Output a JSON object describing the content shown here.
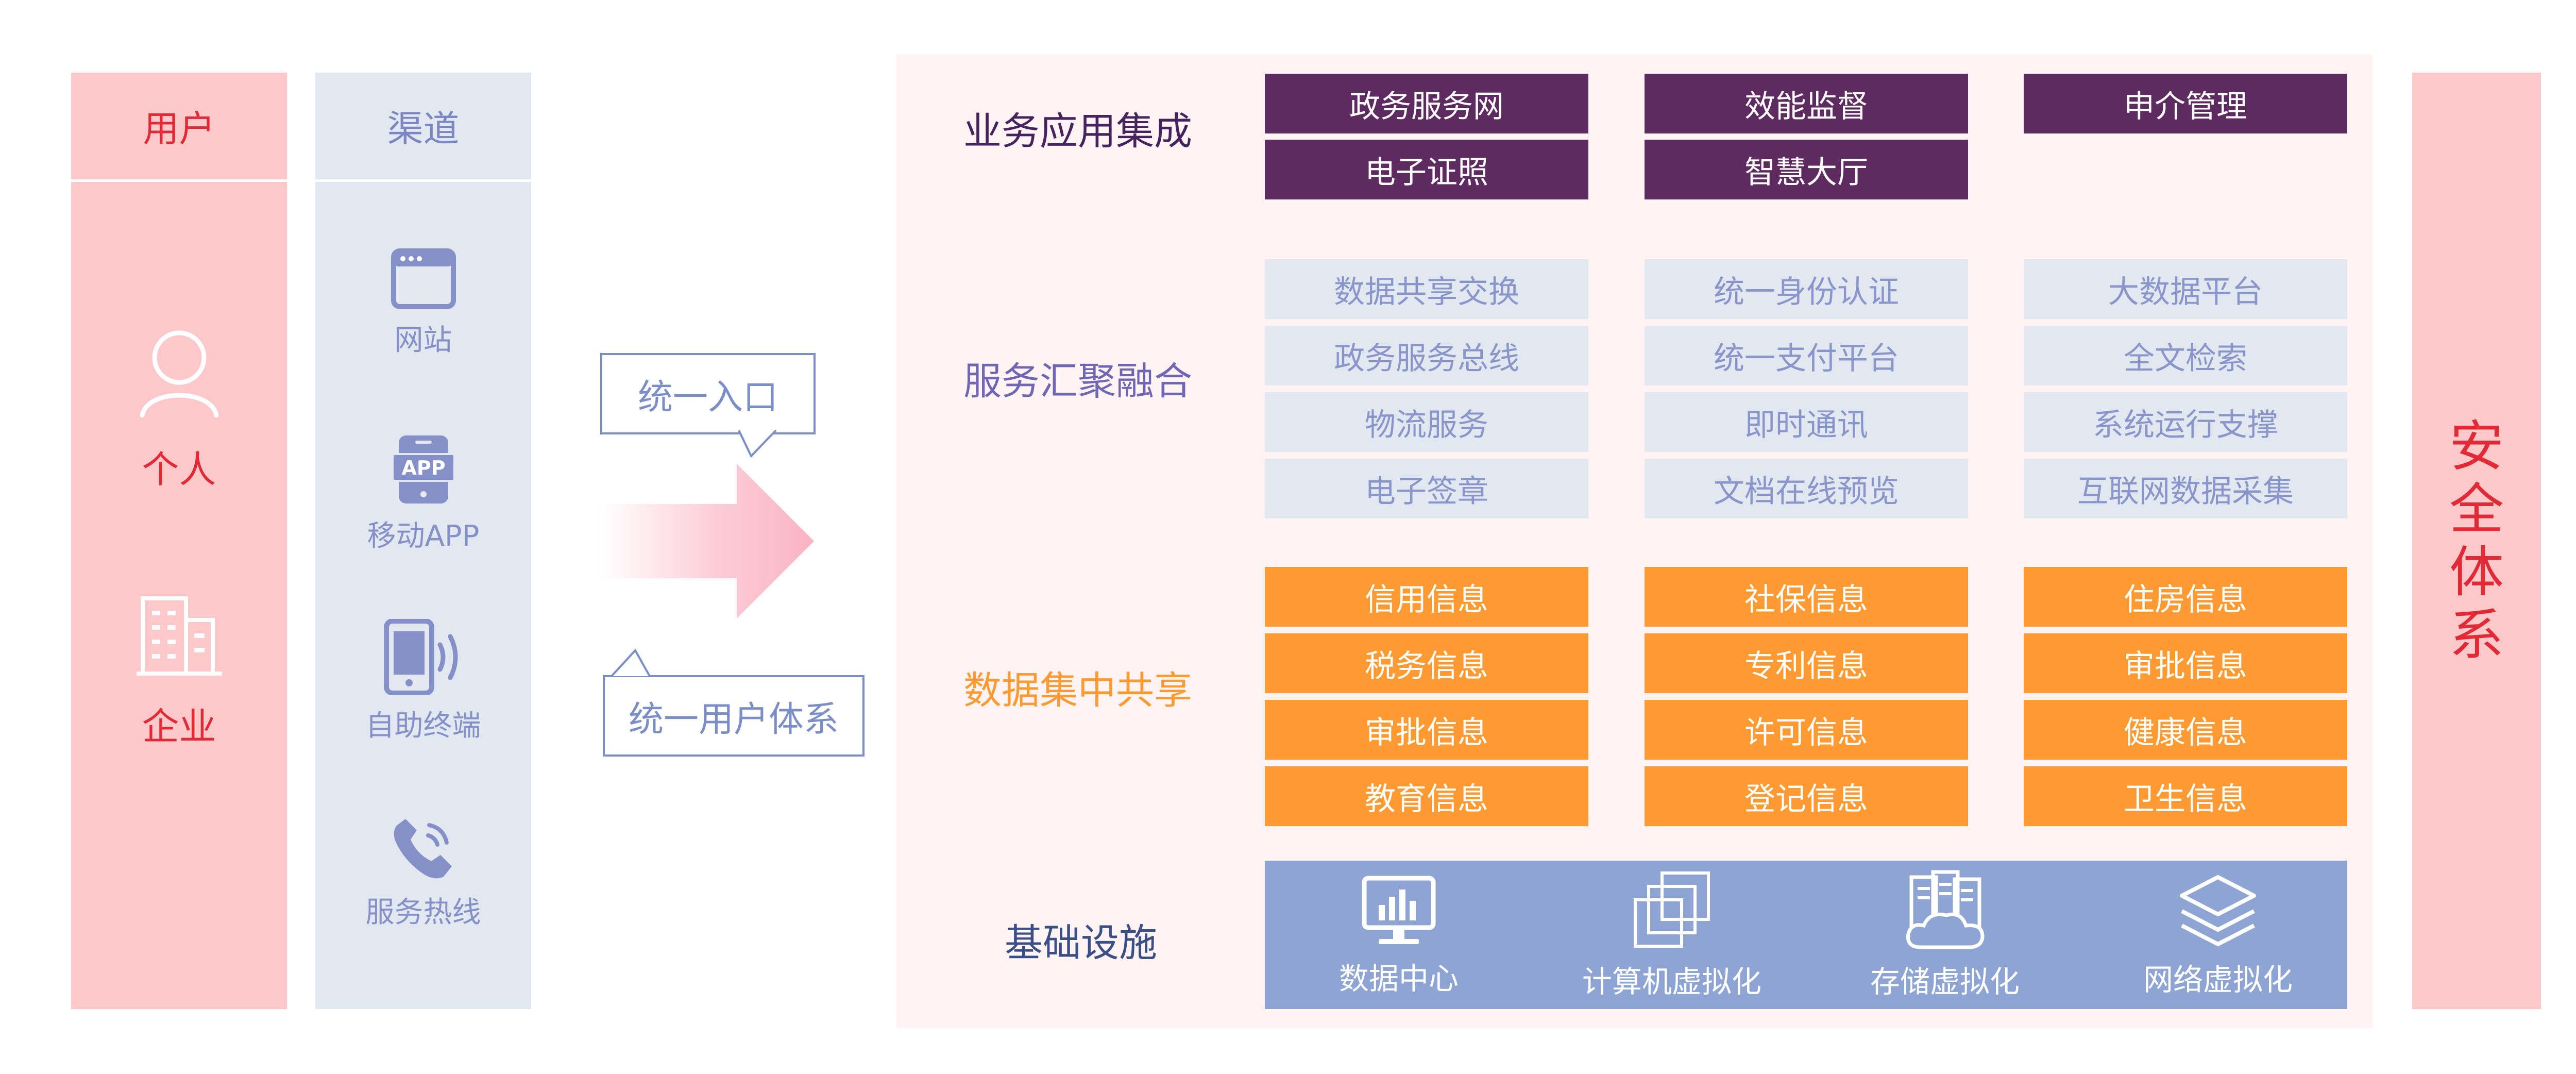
{
  "users": {
    "header": "用户",
    "items": [
      {
        "label": "个人",
        "icon": "person-icon"
      },
      {
        "label": "企业",
        "icon": "building-icon"
      }
    ]
  },
  "channels": {
    "header": "渠道",
    "items": [
      {
        "label": "网站",
        "icon": "browser-window-icon"
      },
      {
        "label": "移动APP",
        "icon": "app-phone-icon",
        "badge": "APP"
      },
      {
        "label": "自助终端",
        "icon": "kiosk-terminal-icon"
      },
      {
        "label": "服务热线",
        "icon": "phone-hotline-icon"
      }
    ]
  },
  "callouts": {
    "entry": "统一入口",
    "user_system": "统一用户体系"
  },
  "layers": {
    "business": {
      "title": "业务应用集成",
      "color": "#46235f",
      "cells": [
        [
          "政务服务网",
          "效能监督",
          "申介管理"
        ],
        [
          "电子证照",
          "智慧大厅"
        ]
      ]
    },
    "service": {
      "title": "服务汇聚融合",
      "color": "#6f67b4",
      "cells": [
        [
          "数据共享交换",
          "统一身份认证",
          "大数据平台"
        ],
        [
          "政务服务总线",
          "统一支付平台",
          "全文检索"
        ],
        [
          "物流服务",
          "即时通讯",
          "系统运行支撑"
        ],
        [
          "电子签章",
          "文档在线预览",
          "互联网数据采集"
        ]
      ]
    },
    "data": {
      "title": "数据集中共享",
      "color": "#fd9a31",
      "cells": [
        [
          "信用信息",
          "社保信息",
          "住房信息"
        ],
        [
          "税务信息",
          "专利信息",
          "审批信息"
        ],
        [
          "审批信息",
          "许可信息",
          "健康信息"
        ],
        [
          "教育信息",
          "登记信息",
          "卫生信息"
        ]
      ]
    },
    "infra": {
      "title": "基础设施",
      "color": "#3a4f86",
      "items": [
        {
          "label": "数据中心",
          "icon": "monitor-chart-icon"
        },
        {
          "label": "计算机虚拟化",
          "icon": "stacked-squares-icon"
        },
        {
          "label": "存储虚拟化",
          "icon": "cloud-storage-icon"
        },
        {
          "label": "网络虚拟化",
          "icon": "layers-icon"
        }
      ]
    }
  },
  "security": {
    "label": "安全体系"
  },
  "colors": {
    "pink": "#fdc8c9",
    "red_text": "#e22a36",
    "channel_bg": "#e2e8f0",
    "channel_text": "#8590c9",
    "panel_bg": "#fff3f3",
    "purple": "#5e2b60",
    "grey_cell": "#e2e8ef",
    "orange": "#fd9a31",
    "infra_blue": "#8ea5d3"
  }
}
